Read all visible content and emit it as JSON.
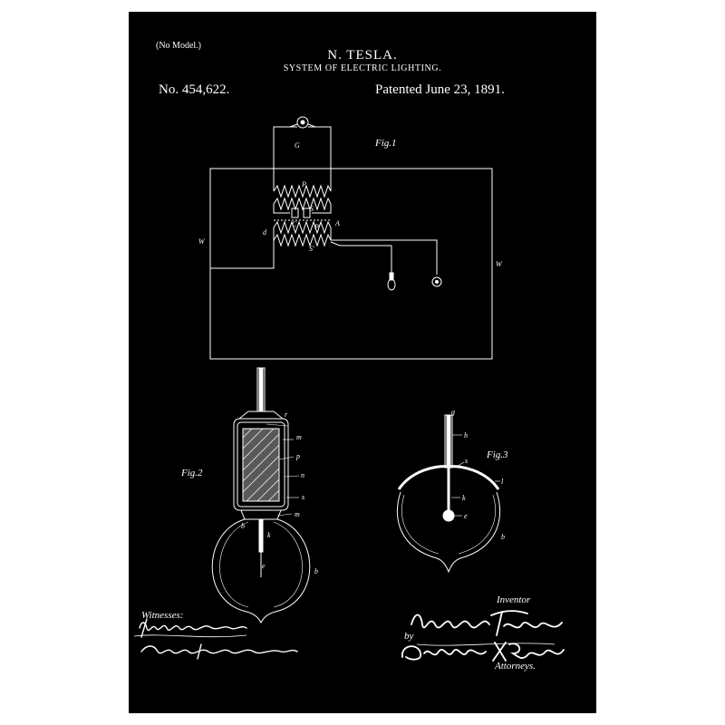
{
  "document": {
    "note": "(No Model.)",
    "inventor": "N. TESLA.",
    "title": "SYSTEM OF ELECTRIC LIGHTING.",
    "patent_number": "No. 454,622.",
    "patent_date": "Patented June 23, 1891."
  },
  "figures": {
    "fig1": {
      "label": "Fig.1",
      "parts": {
        "g": "G",
        "p": "P",
        "s": "S",
        "c": "C",
        "p1": "P'",
        "a": "A",
        "d": "d",
        "s1": "S'",
        "w_left": "W",
        "w_right": "W"
      }
    },
    "fig2": {
      "label": "Fig.2",
      "parts": {
        "r": "r",
        "m": "m",
        "p": "p",
        "n": "n",
        "s": "s",
        "m2": "m",
        "b_inner": "b",
        "k": "k",
        "e": "e",
        "b": "b"
      }
    },
    "fig3": {
      "label": "Fig.3",
      "parts": {
        "g": "g",
        "h": "h",
        "s": "s",
        "l": "l",
        "k": "k",
        "e": "e",
        "b": "b"
      }
    }
  },
  "signatures": {
    "witnesses_label": "Witnesses:",
    "inventor_label": "Inventor",
    "by_label": "by",
    "attorneys_label": "Attorneys."
  },
  "colors": {
    "sheet": "#000000",
    "ink": "#ffffff",
    "page": "#ffffff"
  }
}
